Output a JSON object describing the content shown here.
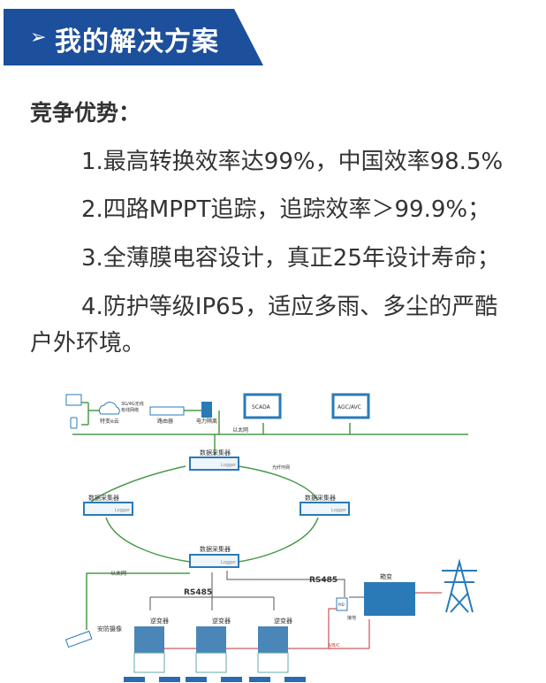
{
  "header": {
    "title": "我的解决方案",
    "icon": "arrow-right-icon",
    "color": "#1c4f9c"
  },
  "advantages": {
    "heading": "竞争优势：",
    "items": [
      "1.最高转换效率达99%，中国效率98.5%",
      "2.四路MPPT追踪，追踪效率＞99.9%；",
      "3.全薄膜电容设计，真正25年设计寿命；",
      "4.防护等级IP65，适应多雨、多尘的严酷"
    ],
    "item4_cont": "户外环境。"
  },
  "diagram": {
    "cloud": "特变e云",
    "network": [
      "3G/4G无线",
      "有线网络"
    ],
    "router": "路由器",
    "isolation": "电力隔离",
    "scada": "SCADA",
    "agc": "AGC/AVC",
    "ethernet": "以太网",
    "logger_label": "数据采集器",
    "logger_text": "Logger",
    "fiber_ring": "光纤环网",
    "ethernet2": "以太网",
    "rs485_a": "RS485",
    "rs485_b": "RS485",
    "inverter": "逆变器",
    "camera": "安防摄像",
    "pid": "PID",
    "ground": "接地",
    "phase": "A/B/C",
    "transformer": "箱变"
  }
}
